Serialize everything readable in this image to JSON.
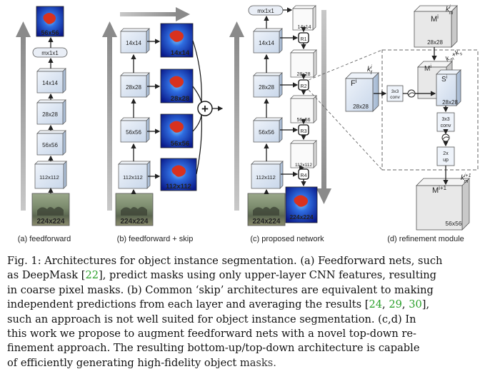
{
  "panels": {
    "a": {
      "caption": "(a) feedforward",
      "layers": [
        "112x112",
        "56x56",
        "28x28",
        "14x14"
      ],
      "pool": "mx1x1",
      "mask": "56x56",
      "input": "224x224"
    },
    "b": {
      "caption": "(b) feedforward + skip",
      "layers": [
        "112x112",
        "56x56",
        "28x28",
        "14x14"
      ],
      "masks": [
        "112x112",
        "56x56",
        "28x28",
        "14x14"
      ],
      "input": "224x224",
      "sum_symbol": "+"
    },
    "c": {
      "caption": "(c) proposed network",
      "layers": [
        "112x112",
        "56x56",
        "28x28",
        "14x14"
      ],
      "pool": "mx1x1",
      "top_down": [
        "14x14",
        "28x28",
        "56x56",
        "112x112"
      ],
      "refiners": [
        "R1",
        "R2",
        "R3",
        "R4"
      ],
      "mask": "224x224",
      "input": "224x224"
    },
    "d": {
      "caption": "(d) refinement module",
      "m_top": "M",
      "m_top_sup": "i",
      "m_top_size": "28x28",
      "k_m": "k",
      "k_m_sub": "m",
      "k_m_sup": "i",
      "f": "F",
      "f_sup": "i",
      "f_size": "28x28",
      "k_f": "k",
      "k_f_sub": "f",
      "k_f_sup": "i",
      "conv1": [
        "3x3",
        "conv"
      ],
      "concat_k": "k",
      "concat_k_sub1": "m",
      "concat_k_sub2": "s",
      "concat_plus": "+",
      "s": "S",
      "s_sup": "i",
      "s_size": "28x28",
      "conv2": [
        "3x3",
        "conv"
      ],
      "up": [
        "2x",
        "up"
      ],
      "m_out": "M",
      "m_out_sup": "i+1",
      "k_out_sub": "m",
      "k_out_sup": "i+1",
      "m_out_size": "56x56"
    }
  },
  "caption": {
    "fig_label": "Fig. 1:",
    "line1": "Architectures for object instance segmentation. (a) Feedforward nets, such",
    "line2a": "as DeepMask [",
    "cite1": "22",
    "line2b": "], predict masks using only upper-layer CNN features, resulting",
    "line3": "in coarse pixel masks. (b) Common ‘skip’ architectures are equivalent to making",
    "line4a": "independent predictions from each layer and averaging the results [",
    "cite2": "24",
    "sep1": ", ",
    "cite3": "29",
    "sep2": ", ",
    "cite4": "30",
    "line4b": "],",
    "line5": "such an approach is not well suited for object instance segmentation. (c,d) In",
    "line6": "this work we propose to augment feedforward nets with a novel top-down re-",
    "line7": "finement approach. The resulting bottom-up/top-down architecture is capable",
    "line8": "of efficiently generating high-fidelity object masks."
  }
}
